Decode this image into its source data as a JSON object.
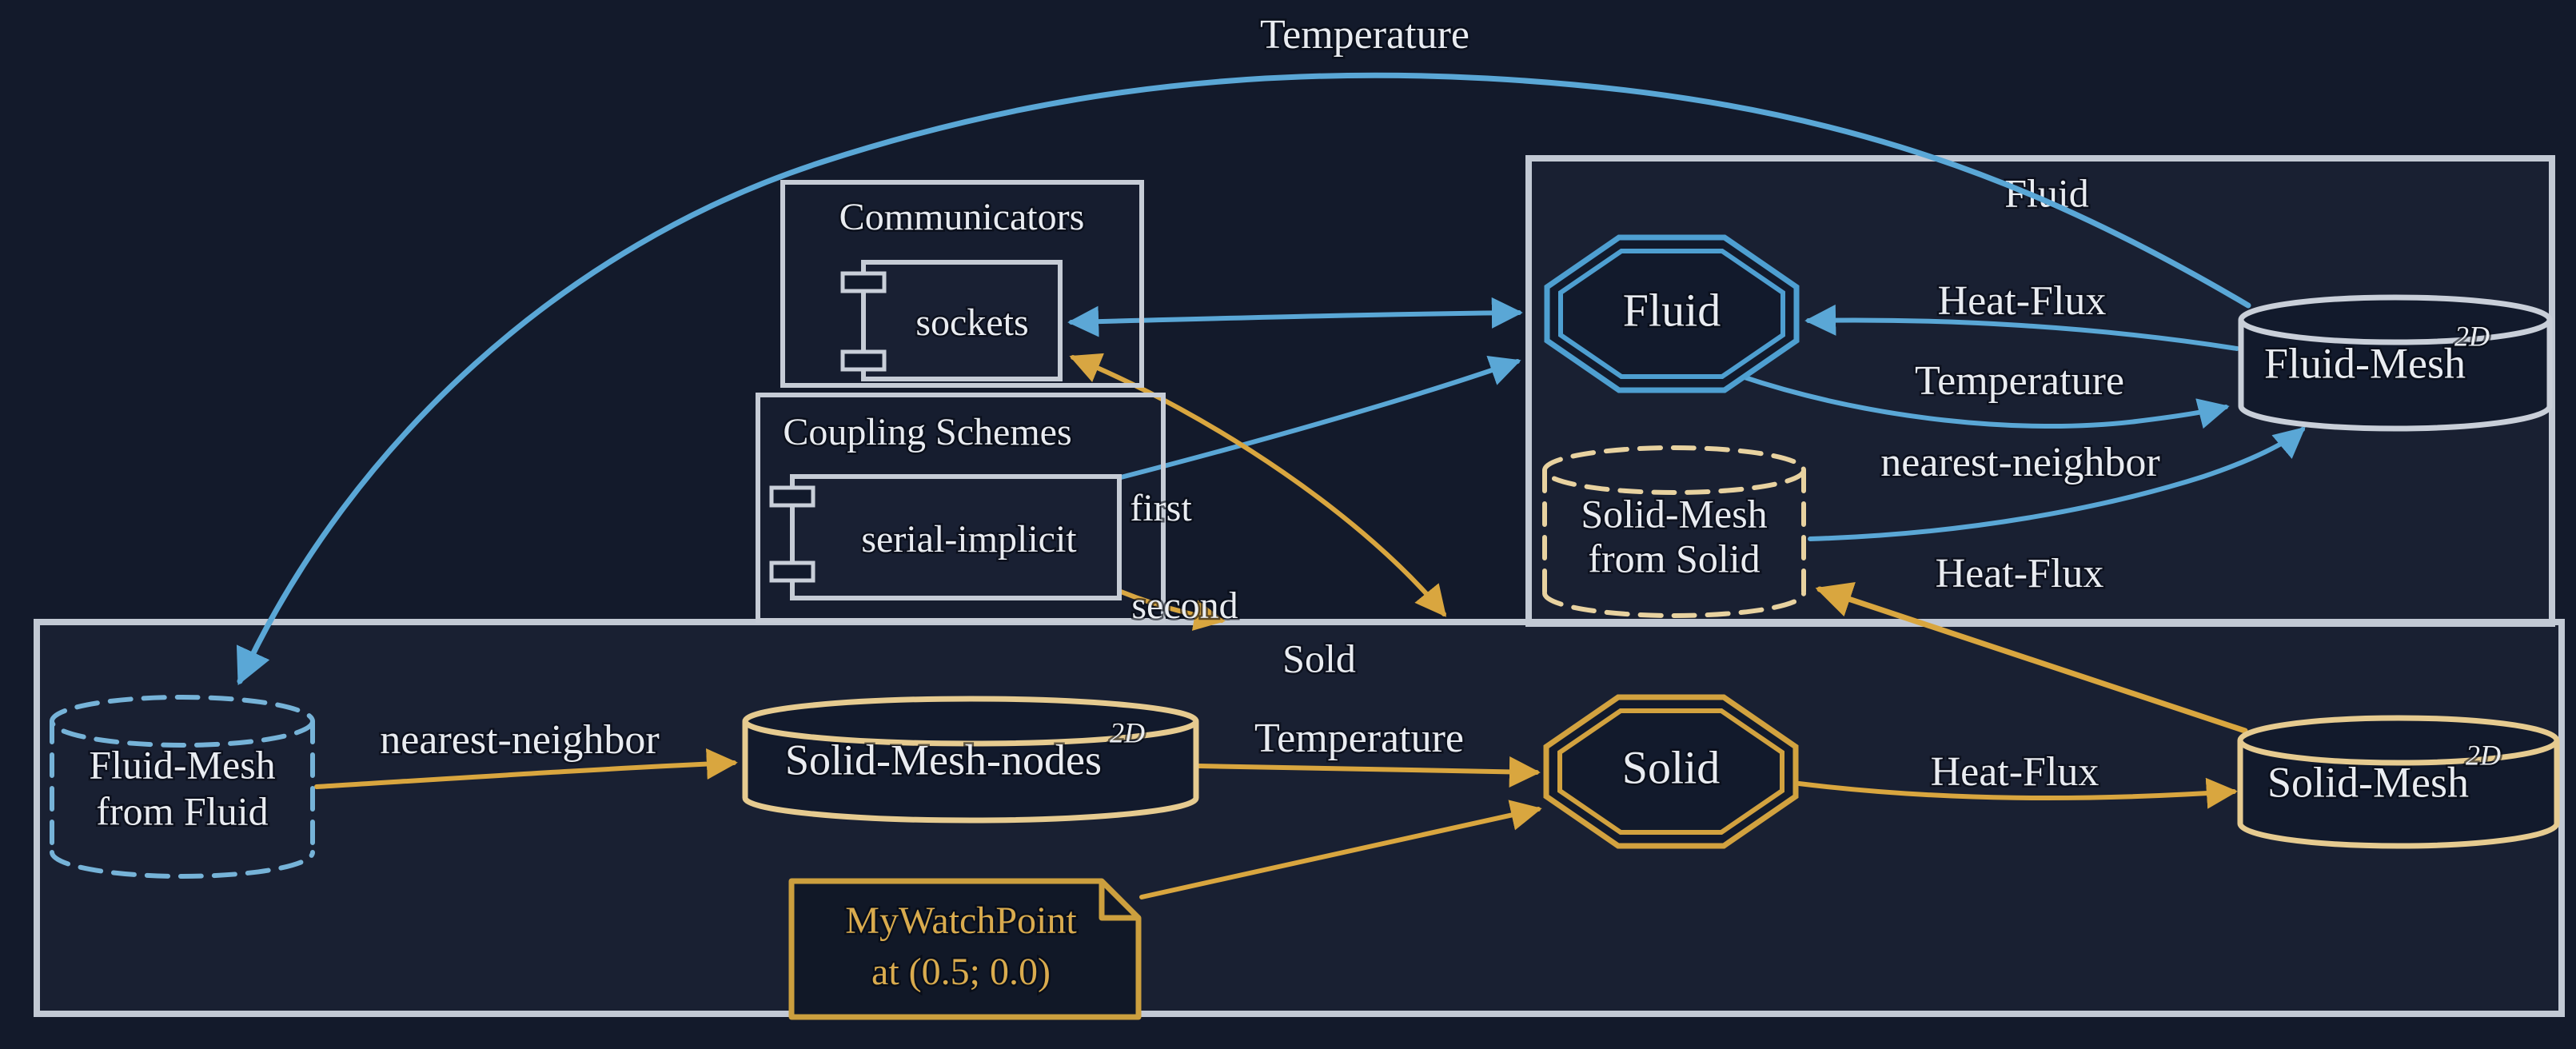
{
  "colors": {
    "background": "#131a2b",
    "cluster_border": "#c2c9d4",
    "blue_accent": "#5aa7d6",
    "gold_accent": "#d9a63f",
    "pale_gold_mesh": "#e6cb90",
    "text_white": "#e9ecf1",
    "watchpoint_gold": "#d9ab4e"
  },
  "top_exchange_label": "Temperature",
  "communicators": {
    "title": "Communicators",
    "node": "sockets"
  },
  "coupling_schemes": {
    "title": "Coupling Schemes",
    "node": "serial-implicit",
    "first": "first",
    "second": "second"
  },
  "fluid_participant": {
    "title": "Fluid",
    "solver": "Fluid",
    "mesh": {
      "base": "Fluid-Mesh",
      "sup": "2D"
    },
    "received_mesh": {
      "line1": "Solid-Mesh",
      "line2": "from Solid"
    },
    "edge_labels": {
      "heat_flux_in": "Heat-Flux",
      "temperature_out": "Temperature",
      "mapping": "nearest-neighbor",
      "heat_flux_exchange": "Heat-Flux"
    }
  },
  "solid_participant": {
    "title": "Sold",
    "solver": "Solid",
    "received_mesh": {
      "line1": "Fluid-Mesh",
      "line2": "from Fluid"
    },
    "nodes_mesh": {
      "base": "Solid-Mesh-nodes",
      "sup": "2D"
    },
    "mesh": {
      "base": "Solid-Mesh",
      "sup": "2D"
    },
    "edge_labels": {
      "mapping": "nearest-neighbor",
      "temperature_in": "Temperature",
      "heat_flux_out": "Heat-Flux"
    },
    "watchpoint": {
      "line1": "MyWatchPoint",
      "line2": "at (0.5; 0.0)"
    }
  }
}
